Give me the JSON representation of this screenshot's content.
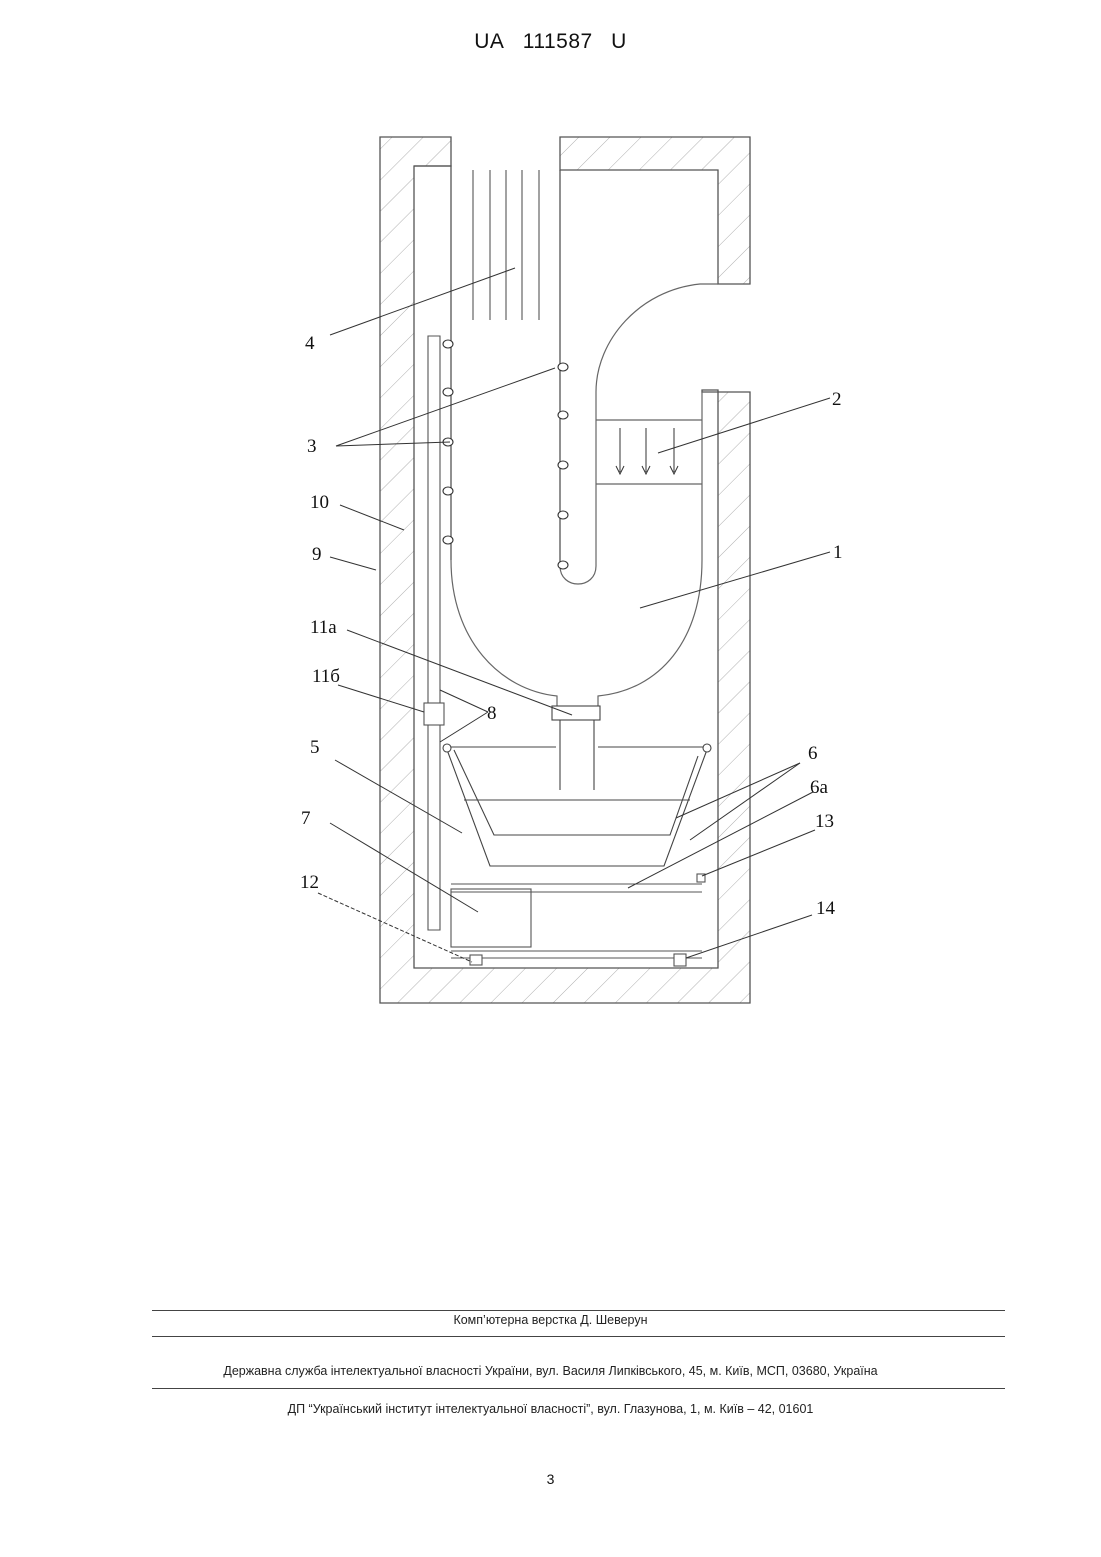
{
  "header": {
    "country": "UA",
    "number": "111587",
    "kind": "U"
  },
  "figure": {
    "labels": {
      "l1": "1",
      "l2": "2",
      "l3": "3",
      "l4": "4",
      "l5": "5",
      "l6": "6",
      "l6a": "6а",
      "l7": "7",
      "l8": "8",
      "l9": "9",
      "l10": "10",
      "l11a": "11а",
      "l11b": "11б",
      "l12": "12",
      "l13": "13",
      "l14": "14"
    }
  },
  "footer": {
    "layout_credit": "Комп’ютерна верстка Д. Шеверун",
    "office": "Державна служба інтелектуальної власності України, вул. Василя Липківського, 45, м. Київ, МСП, 03680, Україна",
    "institute": "ДП “Український інститут інтелектуальної власності”, вул. Глазунова, 1, м. Київ – 42, 01601",
    "page_number": "3"
  }
}
